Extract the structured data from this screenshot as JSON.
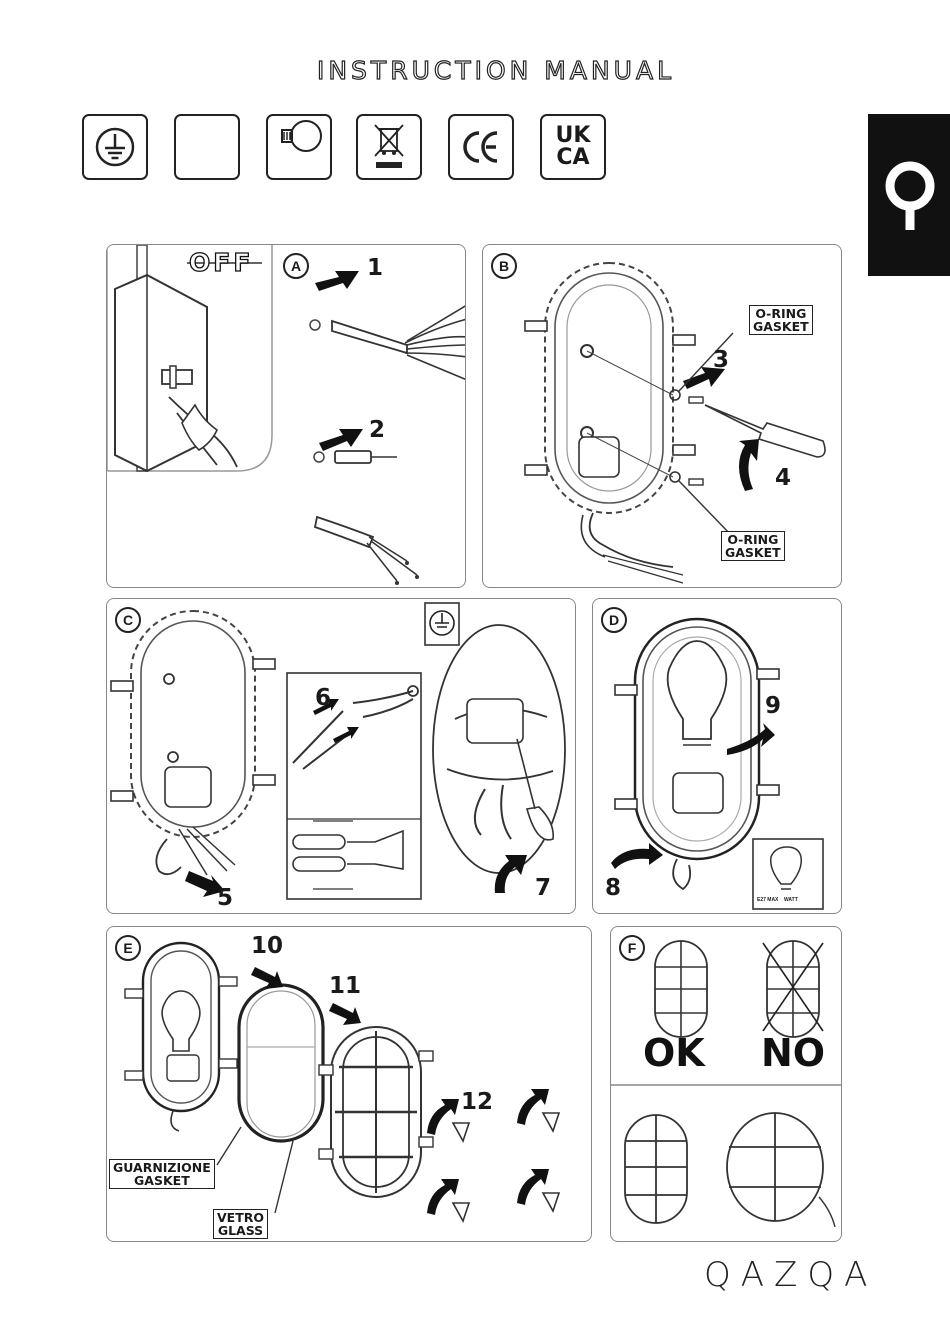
{
  "header": {
    "title": "INSTRUCTION MANUAL"
  },
  "icons": [
    {
      "name": "earth-ground-icon"
    },
    {
      "name": "blank-symbol-icon"
    },
    {
      "name": "bulb-icon"
    },
    {
      "name": "weee-bin-icon"
    },
    {
      "name": "ce-mark-icon",
      "text": "CE"
    },
    {
      "name": "ukca-mark-icon",
      "line1": "UK",
      "line2": "CA"
    }
  ],
  "panels": {
    "a": {
      "label": "A",
      "off_text": "OFF",
      "steps": [
        "1",
        "2"
      ]
    },
    "b": {
      "label": "B",
      "steps": [
        "3",
        "4"
      ],
      "tag_top": "O-RING\nGASKET",
      "tag_bottom": "O-RING\nGASKET"
    },
    "c": {
      "label": "C",
      "steps": [
        "5",
        "6",
        "7"
      ]
    },
    "d": {
      "label": "D",
      "steps": [
        "8",
        "9"
      ],
      "bulb_caption": "E27 MAX    WATT"
    },
    "e": {
      "label": "E",
      "steps": [
        "10",
        "11",
        "12"
      ],
      "tag_gasket": "GUARNIZIONE\nGASKET",
      "tag_glass": "VETRO\nGLASS"
    },
    "f": {
      "label": "F",
      "ok": "OK",
      "no": "NO"
    }
  },
  "footer": {
    "brand": "QAZQA"
  },
  "colors": {
    "ink": "#1a1a1a",
    "tab": "#111111"
  }
}
